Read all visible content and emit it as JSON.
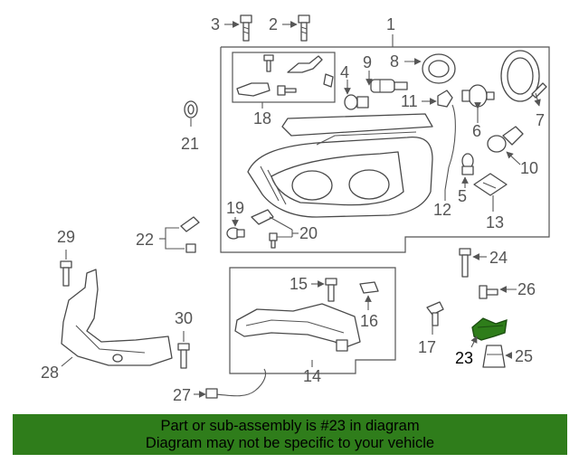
{
  "diagram": {
    "highlight_color": "#2e7d1a",
    "callouts": {
      "c1": "1",
      "c2": "2",
      "c3": "3",
      "c4": "4",
      "c5": "5",
      "c6": "6",
      "c7": "7",
      "c8": "8",
      "c9": "9",
      "c10": "10",
      "c11": "11",
      "c12": "12",
      "c13": "13",
      "c14": "14",
      "c15": "15",
      "c16": "16",
      "c17": "17",
      "c18": "18",
      "c19": "19",
      "c20": "20",
      "c21": "21",
      "c22": "22",
      "c23": "23",
      "c24": "24",
      "c25": "25",
      "c26": "26",
      "c27": "27",
      "c28": "28",
      "c29": "29",
      "c30": "30"
    }
  },
  "banner": {
    "line1": "Part or sub-assembly is #23 in diagram",
    "line2": "Diagram may not be specific to your vehicle",
    "background": "#2f7d1b"
  }
}
